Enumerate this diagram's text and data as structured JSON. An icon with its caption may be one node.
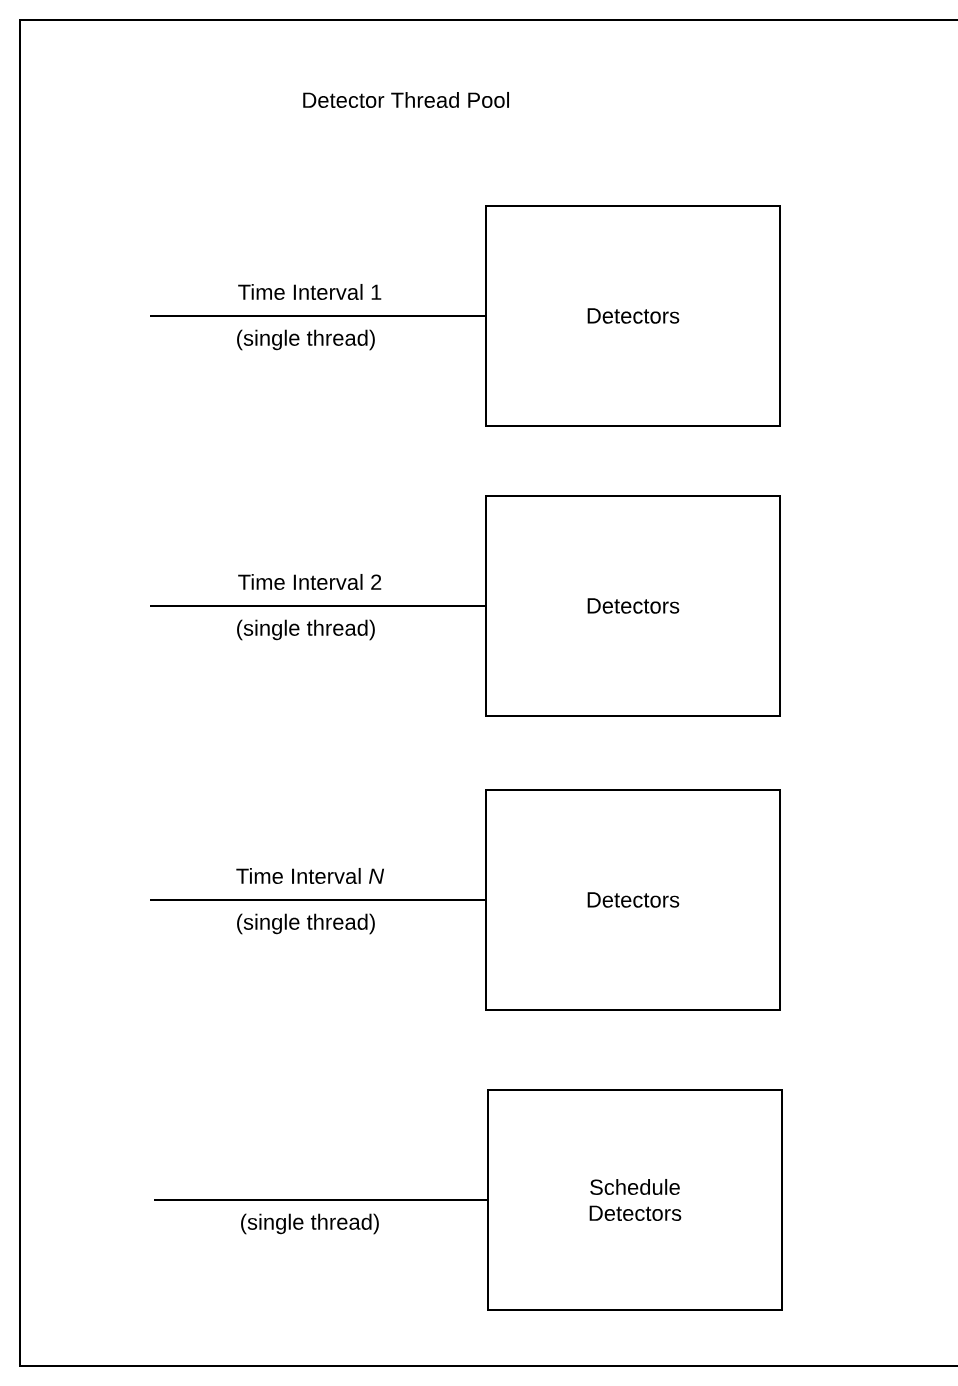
{
  "diagram": {
    "nodes": [
      {
        "text": [
          "Detector Thread Pool"
        ]
      },
      {
        "text": [
          "Detectors"
        ],
        "in": 0
      },
      {
        "text": [
          "Detectors"
        ],
        "in": 0
      },
      {
        "text": [
          "Detectors"
        ],
        "in": 0
      },
      {
        "text": [
          "Schedule Detectors"
        ],
        "in": 0
      }
    ],
    "edges": [
      {
        "from": null,
        "to": 1,
        "arrow": "none",
        "label": "Time Interval 1"
      },
      {
        "from": null,
        "to": 2,
        "arrow": "none",
        "label": "Time Interval 2"
      },
      {
        "from": null,
        "to": 3,
        "arrow": "none",
        "label": "Time Interval *N*"
      },
      {
        "from": null,
        "to": 4,
        "arrow": "none"
      }
    ],
    "labels": [
      "(single thread)",
      "(single thread)",
      "(single thread)",
      "(single thread)"
    ]
  }
}
